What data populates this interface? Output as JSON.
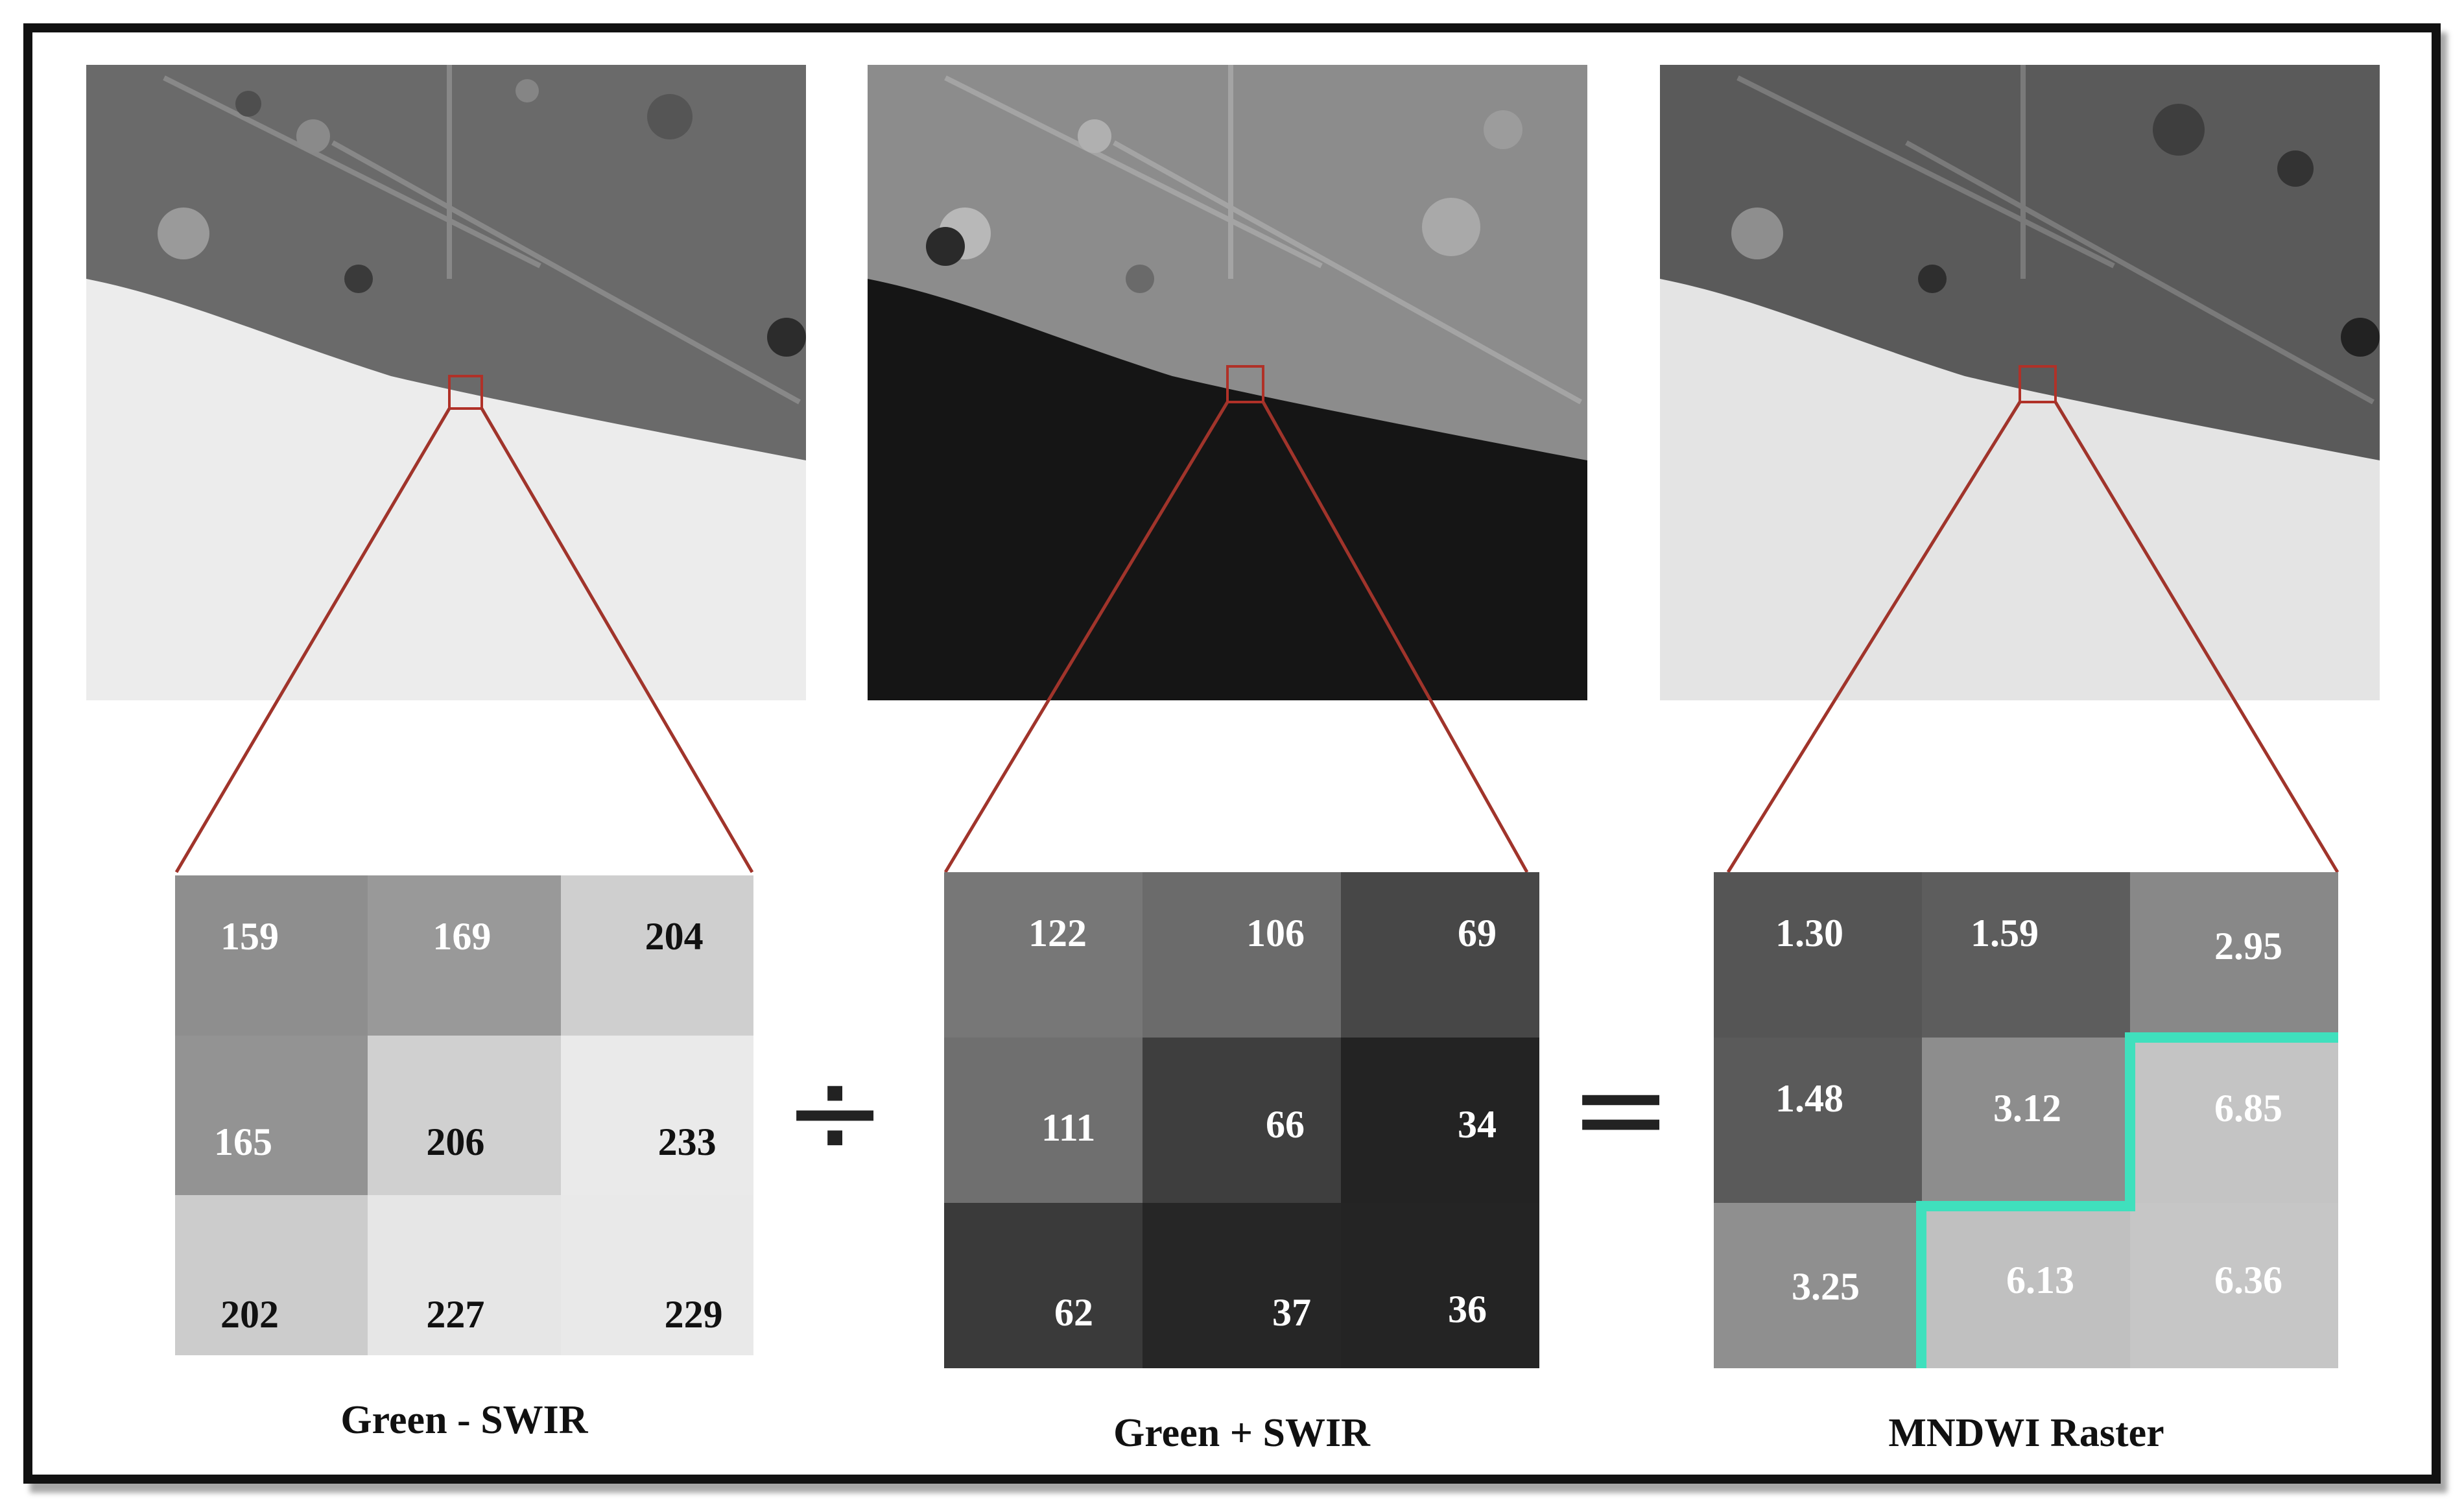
{
  "panels": [
    {
      "caption": "Green - SWIR",
      "values": [
        "159",
        "169",
        "204",
        "165",
        "206",
        "233",
        "202",
        "227",
        "229"
      ]
    },
    {
      "caption": "Green + SWIR",
      "values": [
        "122",
        "106",
        "69",
        "111",
        "66",
        "34",
        "62",
        "37",
        "36"
      ]
    },
    {
      "caption": "MNDWI Raster",
      "values": [
        "1.30",
        "1.59",
        "2.95",
        "1.48",
        "3.12",
        "6.85",
        "3.25",
        "6.13",
        "6.36"
      ]
    }
  ],
  "operators": {
    "divide": "÷",
    "equals": "="
  },
  "colors": {
    "zoom_lines": "#a0342b",
    "water_boundary": "#3fe0bd",
    "frame": "#111111"
  }
}
